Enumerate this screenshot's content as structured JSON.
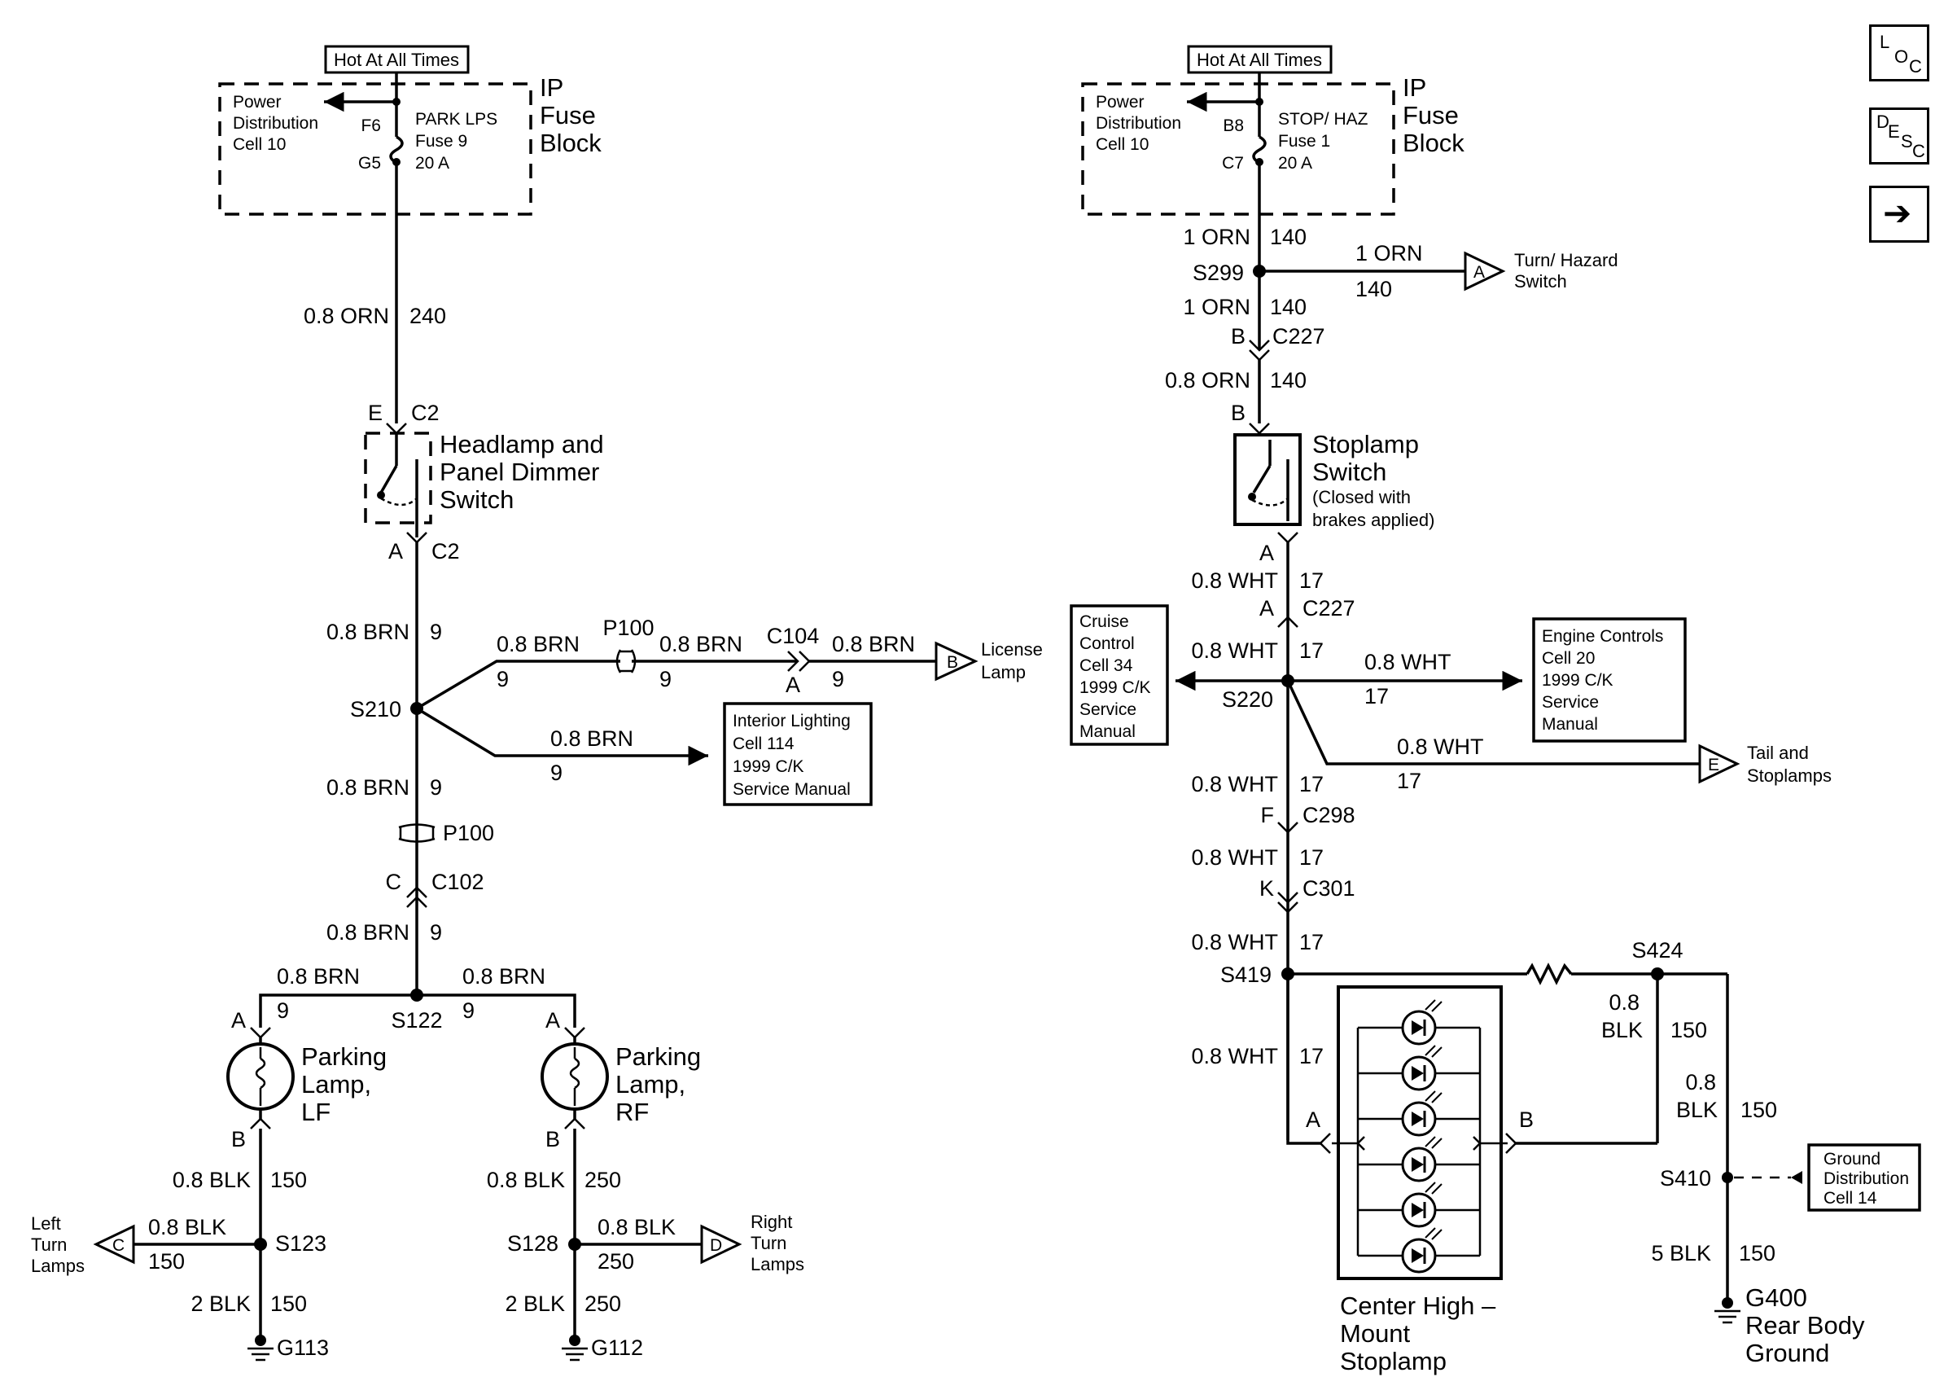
{
  "nav": {
    "loc": {
      "l1": "L",
      "l2": "O",
      "l3": "C"
    },
    "desc": {
      "l1": "D",
      "l2": "E",
      "l3": "S",
      "l4": "C"
    },
    "next_glyph": "➔"
  },
  "left": {
    "hot_label": "Hot At All Times",
    "pd_label": [
      "Power",
      "Distribution",
      "Cell 10"
    ],
    "fuse_top_pin": "F6",
    "fuse_bottom_pin": "G5",
    "fuse_label": [
      "PARK LPS",
      "Fuse 9",
      "20 A"
    ],
    "ip_label": [
      "IP",
      "Fuse",
      "Block"
    ],
    "w240": {
      "gauge": "0.8 ORN",
      "circuit": "240"
    },
    "c2_top": {
      "pin": "E",
      "conn": "C2"
    },
    "switch_label": [
      "Headlamp and",
      "Panel Dimmer",
      "Switch"
    ],
    "c2_bottom": {
      "pin": "A",
      "conn": "C2"
    },
    "w9_a": {
      "gauge": "0.8 BRN",
      "circuit": "9"
    },
    "s210": "S210",
    "branch1": {
      "gauge": "0.8 BRN",
      "circuit": "9"
    },
    "p100_top": "P100",
    "branch2": {
      "gauge": "0.8 BRN",
      "circuit": "9"
    },
    "c104": {
      "conn": "C104",
      "pin": "A"
    },
    "branch3": {
      "gauge": "0.8 BRN",
      "circuit": "9"
    },
    "license_ref": "B",
    "license_label": [
      "License",
      "Lamp"
    ],
    "interior_wire": {
      "gauge": "0.8 BRN",
      "circuit": "9"
    },
    "interior_box": [
      "Interior Lighting",
      "Cell 114",
      "1999 C/K",
      "Service Manual"
    ],
    "w9_b": {
      "gauge": "0.8 BRN",
      "circuit": "9"
    },
    "p100_lower": "P100",
    "c102": {
      "pin": "C",
      "conn": "C102"
    },
    "w9_c": {
      "gauge": "0.8 BRN",
      "circuit": "9"
    },
    "s122": "S122",
    "lf_top": {
      "gauge": "0.8 BRN",
      "circuit": "9"
    },
    "rf_top": {
      "gauge": "0.8 BRN",
      "circuit": "9"
    },
    "lf_pin_a": "A",
    "rf_pin_a": "A",
    "lf_label": [
      "Parking",
      "Lamp,",
      "LF"
    ],
    "rf_label": [
      "Parking",
      "Lamp,",
      "RF"
    ],
    "lf_pin_b": "B",
    "rf_pin_b": "B",
    "lf_w150": {
      "gauge": "0.8 BLK",
      "circuit": "150"
    },
    "rf_w250": {
      "gauge": "0.8 BLK",
      "circuit": "250"
    },
    "s123": "S123",
    "s128": "S128",
    "left_turn_wire": {
      "gauge": "0.8 BLK",
      "circuit": "150"
    },
    "right_turn_wire": {
      "gauge": "0.8 BLK",
      "circuit": "250"
    },
    "left_turn_ref": "C",
    "right_turn_ref": "D",
    "left_turn_label": [
      "Left",
      "Turn",
      "Lamps"
    ],
    "right_turn_label": [
      "Right",
      "Turn",
      "Lamps"
    ],
    "lf_ground_wire": {
      "gauge": "2 BLK",
      "circuit": "150"
    },
    "rf_ground_wire": {
      "gauge": "2 BLK",
      "circuit": "250"
    },
    "g113": "G113",
    "g112": "G112"
  },
  "right": {
    "hot_label": "Hot At All Times",
    "pd_label": [
      "Power",
      "Distribution",
      "Cell 10"
    ],
    "fuse_top_pin": "B8",
    "fuse_bottom_pin": "C7",
    "fuse_label": [
      "STOP/ HAZ",
      "Fuse 1",
      "20 A"
    ],
    "ip_label": [
      "IP",
      "Fuse",
      "Block"
    ],
    "w140_a": {
      "gauge": "1 ORN",
      "circuit": "140"
    },
    "s299": "S299",
    "turn_wire": {
      "gauge": "1 ORN",
      "circuit": "140"
    },
    "turn_ref": "A",
    "turn_label": [
      "Turn/ Hazard",
      "Switch"
    ],
    "w140_b": {
      "gauge": "1 ORN",
      "circuit": "140"
    },
    "c227_top": {
      "pin": "B",
      "conn": "C227"
    },
    "w140_c": {
      "gauge": "0.8 ORN",
      "circuit": "140"
    },
    "stop_pin_b": "B",
    "stop_label": [
      "Stoplamp",
      "Switch",
      "(Closed with",
      "brakes applied)"
    ],
    "stop_pin_a": "A",
    "w17_a": {
      "gauge": "0.8 WHT",
      "circuit": "17"
    },
    "c227_bottom": {
      "pin": "A",
      "conn": "C227"
    },
    "cruise_box": [
      "Cruise",
      "Control",
      "Cell 34",
      "1999 C/K",
      "Service",
      "Manual"
    ],
    "w17_b": {
      "gauge": "0.8 WHT",
      "circuit": "17"
    },
    "s220": "S220",
    "engine_wire": {
      "gauge": "0.8 WHT",
      "circuit": "17"
    },
    "engine_box": [
      "Engine Controls",
      "Cell 20",
      "1999 C/K",
      "Service",
      "Manual"
    ],
    "tail_wire": {
      "gauge": "0.8 WHT",
      "circuit": "17"
    },
    "tail_ref": "E",
    "tail_label": [
      "Tail and",
      "Stoplamps"
    ],
    "w17_c": {
      "gauge": "0.8 WHT",
      "circuit": "17"
    },
    "c298": {
      "pin": "F",
      "conn": "C298"
    },
    "w17_d": {
      "gauge": "0.8 WHT",
      "circuit": "17"
    },
    "c301": {
      "pin": "K",
      "conn": "C301"
    },
    "w17_e": {
      "gauge": "0.8 WHT",
      "circuit": "17"
    },
    "s419": "S419",
    "s424": "S424",
    "w17_f": {
      "gauge": "0.8 WHT",
      "circuit": "17"
    },
    "chmsl_pin_a": "A",
    "chmsl_pin_b": "B",
    "chmsl_label": [
      "Center High –",
      "Mount",
      "Stoplamp"
    ],
    "blk_a": {
      "gauge_top": "0.8",
      "gauge_bottom": "BLK",
      "circuit": "150"
    },
    "blk_b": {
      "gauge_top": "0.8",
      "gauge_bottom": "BLK",
      "circuit": "150"
    },
    "s410": "S410",
    "ground_box": [
      "Ground",
      "Distribution",
      "Cell 14"
    ],
    "blk_c": {
      "gauge": "5 BLK",
      "circuit": "150"
    },
    "g400": [
      "G400",
      "Rear Body",
      "Ground"
    ]
  }
}
